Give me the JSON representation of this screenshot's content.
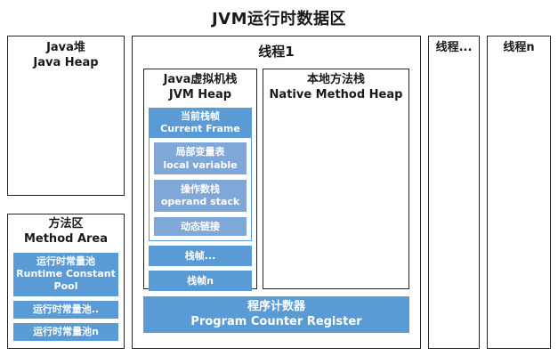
{
  "title": "JVM运行时数据区",
  "colors": {
    "primary_blue": "#5B9BD5",
    "light_blue": "#7FA8D9",
    "border": "#262626"
  },
  "heap": {
    "line1": "Java堆",
    "line2": "Java Heap"
  },
  "method_area": {
    "line1": "方法区",
    "line2": "Method Area",
    "pools": [
      {
        "line1": "运行时常量池",
        "line2": "Runtime Constant Pool"
      },
      {
        "line1": "运行时常量池..",
        "line2": ""
      },
      {
        "line1": "运行时常量池n",
        "line2": ""
      }
    ]
  },
  "thread1": {
    "title": "线程1",
    "jvm_stack": {
      "line1": "Java虚拟机栈",
      "line2": "JVM Heap"
    },
    "native_stack": {
      "line1": "本地方法栈",
      "line2": "Native Method Heap"
    },
    "current_frame": {
      "line1": "当前栈帧",
      "line2": "Current Frame"
    },
    "frame_items": [
      {
        "line1": "局部变量表",
        "line2": "local variable"
      },
      {
        "line1": "操作数栈",
        "line2": "operand stack"
      },
      {
        "line1": "动态链接",
        "line2": ""
      }
    ],
    "other_frames": [
      "栈帧...",
      "栈帧n"
    ],
    "pc": {
      "line1": "程序计数器",
      "line2": "Program Counter Register"
    }
  },
  "thread_more": {
    "title": "线程..."
  },
  "thread_n": {
    "title": "线程n"
  }
}
